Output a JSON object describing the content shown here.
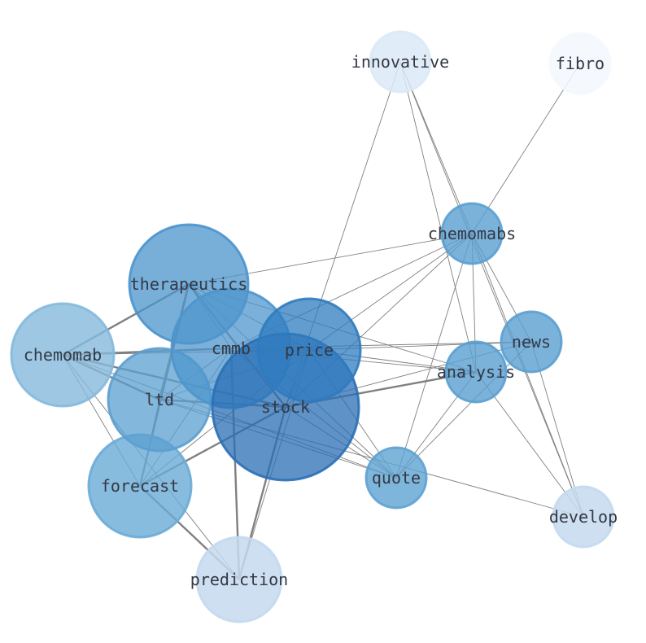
{
  "nodes": [
    {
      "id": "innovative",
      "label": "innovative",
      "color": "#dbe9f6",
      "opacity": 0.85
    },
    {
      "id": "fibro",
      "label": "fibro",
      "color": "#f3f8fe",
      "opacity": 0.85
    },
    {
      "id": "chemomabs",
      "label": "chemomabs",
      "color": "#5a9fd1",
      "opacity": 0.8
    },
    {
      "id": "therapeutics",
      "label": "therapeutics",
      "color": "#4a94cc",
      "opacity": 0.75
    },
    {
      "id": "cmmb",
      "label": "cmmb",
      "color": "#4d95cc",
      "opacity": 0.75
    },
    {
      "id": "price",
      "label": "price",
      "color": "#2f7bbf",
      "opacity": 0.75
    },
    {
      "id": "news",
      "label": "news",
      "color": "#5a9fd1",
      "opacity": 0.8
    },
    {
      "id": "analysis",
      "label": "analysis",
      "color": "#5a9fd1",
      "opacity": 0.8
    },
    {
      "id": "chemomab",
      "label": "chemomab",
      "color": "#85b9dc",
      "opacity": 0.8
    },
    {
      "id": "ltd",
      "label": "ltd",
      "color": "#5b9fd0",
      "opacity": 0.75
    },
    {
      "id": "stock",
      "label": "stock",
      "color": "#2a6fb5",
      "opacity": 0.75
    },
    {
      "id": "quote",
      "label": "quote",
      "color": "#5ea2d2",
      "opacity": 0.8
    },
    {
      "id": "forecast",
      "label": "forecast",
      "color": "#6aabd6",
      "opacity": 0.8
    },
    {
      "id": "develop",
      "label": "develop",
      "color": "#c4d9ee",
      "opacity": 0.85
    },
    {
      "id": "prediction",
      "label": "prediction",
      "color": "#c4d9ee",
      "opacity": 0.85
    }
  ],
  "edges": [
    [
      "innovative",
      "chemomabs",
      1
    ],
    [
      "innovative",
      "analysis",
      1
    ],
    [
      "innovative",
      "develop",
      1
    ],
    [
      "innovative",
      "stock",
      1
    ],
    [
      "fibro",
      "chemomabs",
      1
    ],
    [
      "chemomabs",
      "therapeutics",
      1
    ],
    [
      "chemomabs",
      "price",
      1
    ],
    [
      "chemomabs",
      "stock",
      1
    ],
    [
      "chemomabs",
      "analysis",
      1
    ],
    [
      "chemomabs",
      "quote",
      1
    ],
    [
      "chemomabs",
      "news",
      1
    ],
    [
      "chemomabs",
      "develop",
      1
    ],
    [
      "chemomabs",
      "cmmb",
      1
    ],
    [
      "therapeutics",
      "chemomab",
      2
    ],
    [
      "therapeutics",
      "ltd",
      2
    ],
    [
      "therapeutics",
      "forecast",
      2
    ],
    [
      "therapeutics",
      "stock",
      2
    ],
    [
      "therapeutics",
      "price",
      1
    ],
    [
      "therapeutics",
      "analysis",
      1
    ],
    [
      "therapeutics",
      "quote",
      1
    ],
    [
      "therapeutics",
      "cmmb",
      1
    ],
    [
      "chemomab",
      "cmmb",
      2
    ],
    [
      "chemomab",
      "ltd",
      2
    ],
    [
      "chemomab",
      "stock",
      2
    ],
    [
      "chemomab",
      "price",
      1
    ],
    [
      "chemomab",
      "forecast",
      1
    ],
    [
      "chemomab",
      "prediction",
      1
    ],
    [
      "chemomab",
      "quote",
      1
    ],
    [
      "ltd",
      "stock",
      2
    ],
    [
      "ltd",
      "price",
      1
    ],
    [
      "ltd",
      "cmmb",
      1
    ],
    [
      "ltd",
      "forecast",
      1
    ],
    [
      "ltd",
      "develop",
      1
    ],
    [
      "ltd",
      "quote",
      1
    ],
    [
      "forecast",
      "stock",
      2
    ],
    [
      "forecast",
      "price",
      1
    ],
    [
      "forecast",
      "cmmb",
      1
    ],
    [
      "forecast",
      "prediction",
      2
    ],
    [
      "prediction",
      "stock",
      2
    ],
    [
      "prediction",
      "price",
      1
    ],
    [
      "prediction",
      "cmmb",
      2
    ],
    [
      "stock",
      "analysis",
      2
    ],
    [
      "stock",
      "news",
      1
    ],
    [
      "stock",
      "quote",
      1
    ],
    [
      "stock",
      "price",
      1
    ],
    [
      "price",
      "news",
      1
    ],
    [
      "price",
      "analysis",
      1
    ],
    [
      "price",
      "quote",
      1
    ],
    [
      "cmmb",
      "news",
      1
    ],
    [
      "cmmb",
      "analysis",
      1
    ],
    [
      "cmmb",
      "quote",
      1
    ],
    [
      "news",
      "quote",
      1
    ],
    [
      "news",
      "develop",
      1
    ],
    [
      "analysis",
      "quote",
      1
    ],
    [
      "analysis",
      "develop",
      1
    ]
  ]
}
